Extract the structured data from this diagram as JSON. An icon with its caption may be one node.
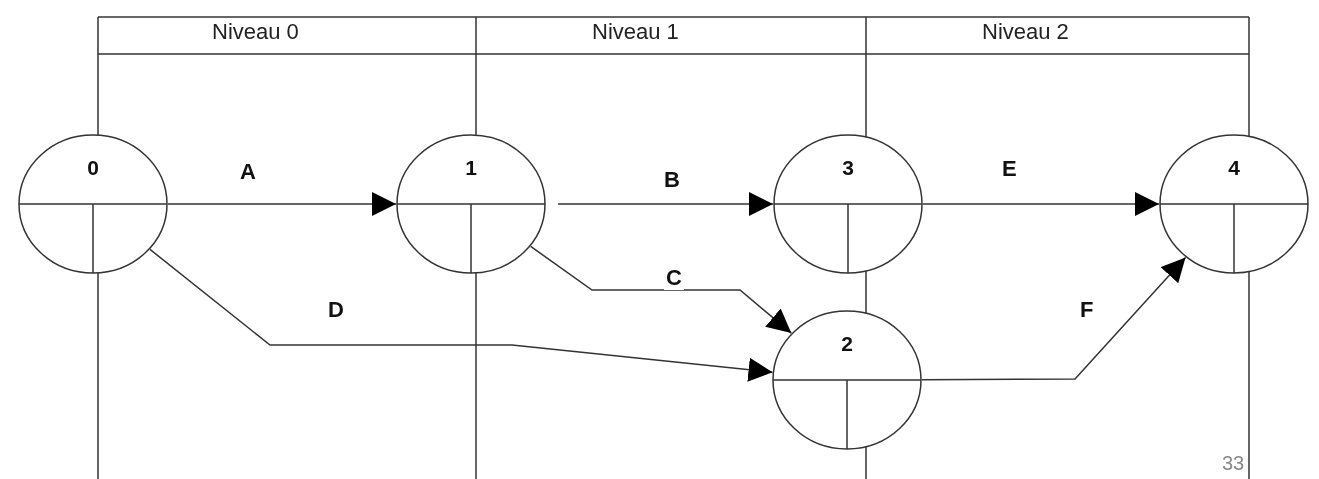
{
  "diagram": {
    "nodes": [
      {
        "text": [
          "0"
        ]
      },
      {
        "text": [
          "1"
        ]
      },
      {
        "text": [
          "3"
        ]
      },
      {
        "text": [
          "2"
        ]
      },
      {
        "text": [
          "4"
        ]
      }
    ],
    "edges": [
      {
        "from": 0,
        "to": 1,
        "arrow": "to",
        "label": "A"
      },
      {
        "from": 1,
        "to": 2,
        "arrow": "to",
        "label": "B"
      },
      {
        "from": 1,
        "to": 3,
        "arrow": "to",
        "label": "C"
      },
      {
        "from": 0,
        "to": 3,
        "arrow": "to",
        "label": "D"
      },
      {
        "from": 2,
        "to": 4,
        "arrow": "to",
        "label": "E"
      },
      {
        "from": 3,
        "to": 4,
        "arrow": "to",
        "label": "F"
      }
    ],
    "labels": [
      "Niveau 0",
      "Niveau 1",
      "Niveau 2",
      "33"
    ]
  }
}
